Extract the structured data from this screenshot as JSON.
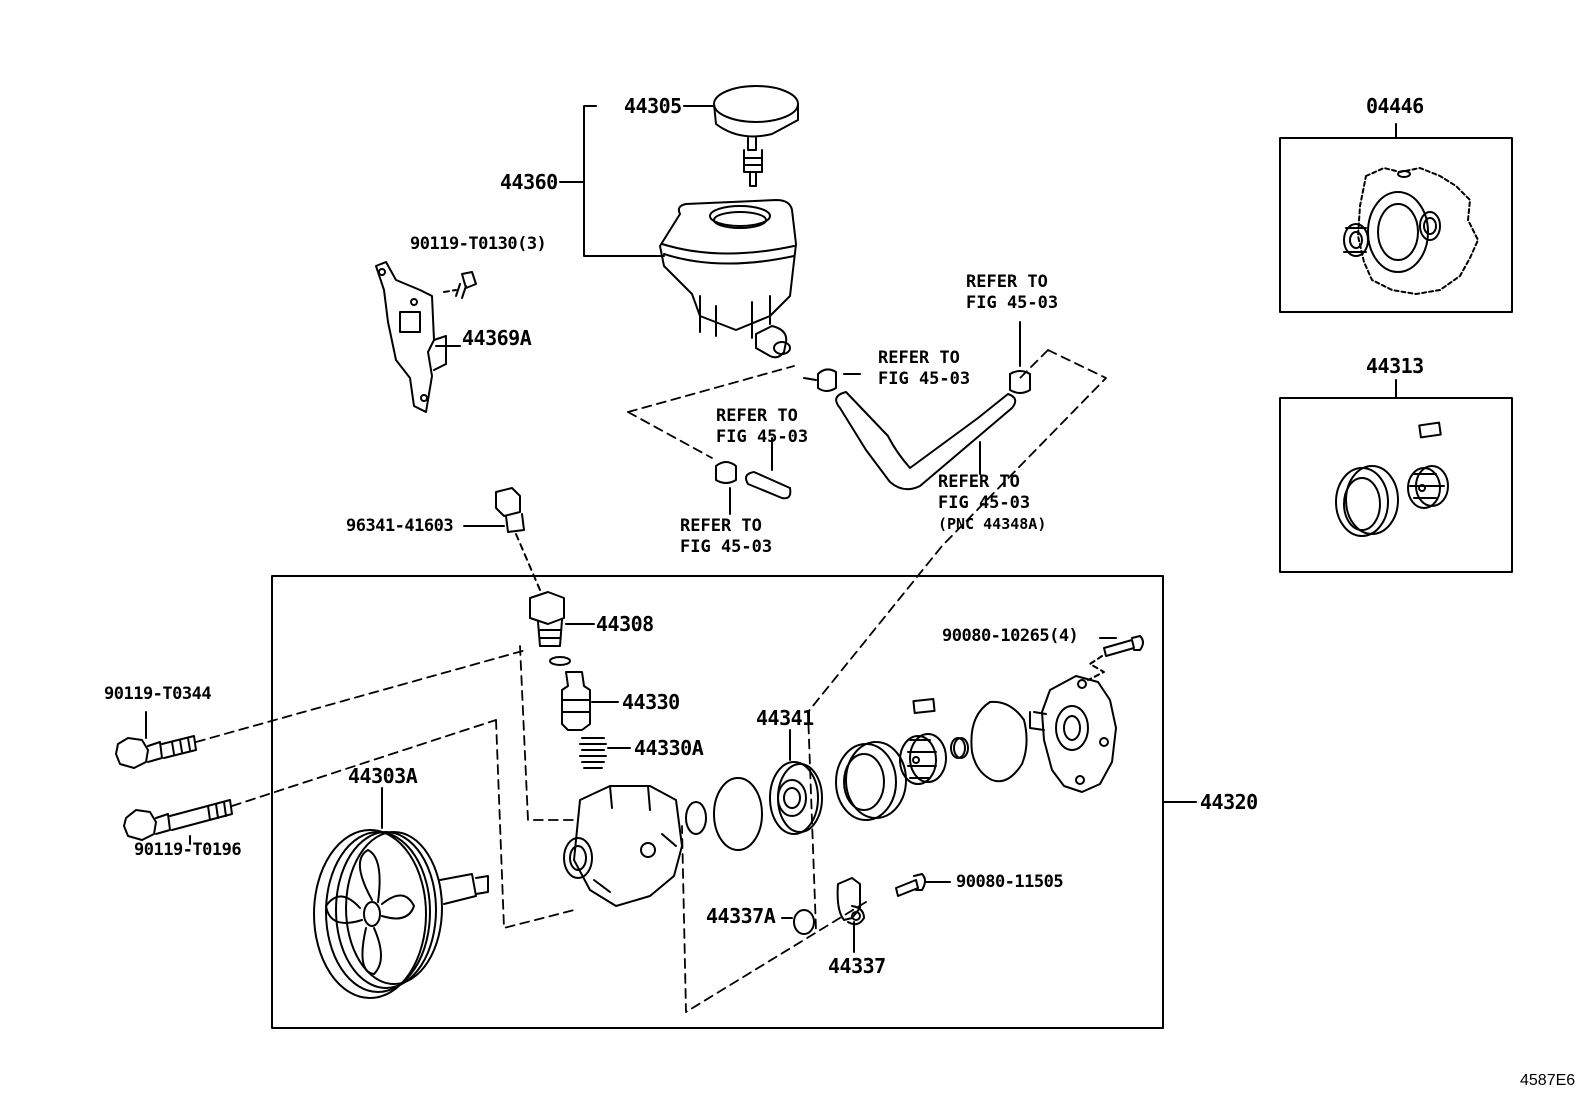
{
  "parts": {
    "p44305": "44305",
    "p44360": "44360",
    "p90119_T0130": "90119-T0130(3)",
    "p44369A": "44369A",
    "p96341_41603": "96341-41603",
    "p44308": "44308",
    "p44330": "44330",
    "p44330A": "44330A",
    "p90119_T0344": "90119-T0344",
    "p90119_T0196": "90119-T0196",
    "p44303A": "44303A",
    "p44341": "44341",
    "p90080_10265": "90080-10265(4)",
    "p44320": "44320",
    "p90080_11505": "90080-11505",
    "p44337A": "44337A",
    "p44337": "44337",
    "p04446": "04446",
    "p44313": "44313"
  },
  "refs": {
    "ref_upper_right": {
      "line1": "REFER TO",
      "line2": "FIG 45-03"
    },
    "ref_clamp_mid": {
      "line1": "REFER TO",
      "line2": "FIG 45-03"
    },
    "ref_hose_left": {
      "line1": "REFER TO",
      "line2": "FIG 45-03"
    },
    "ref_clamp_bottom": {
      "line1": "REFER TO",
      "line2": "FIG 45-03"
    },
    "ref_hose_pnc": {
      "line1": "REFER TO",
      "line2": "FIG 45-03",
      "line3": "(PNC 44348A)"
    }
  },
  "diagram_code": "4587E6"
}
